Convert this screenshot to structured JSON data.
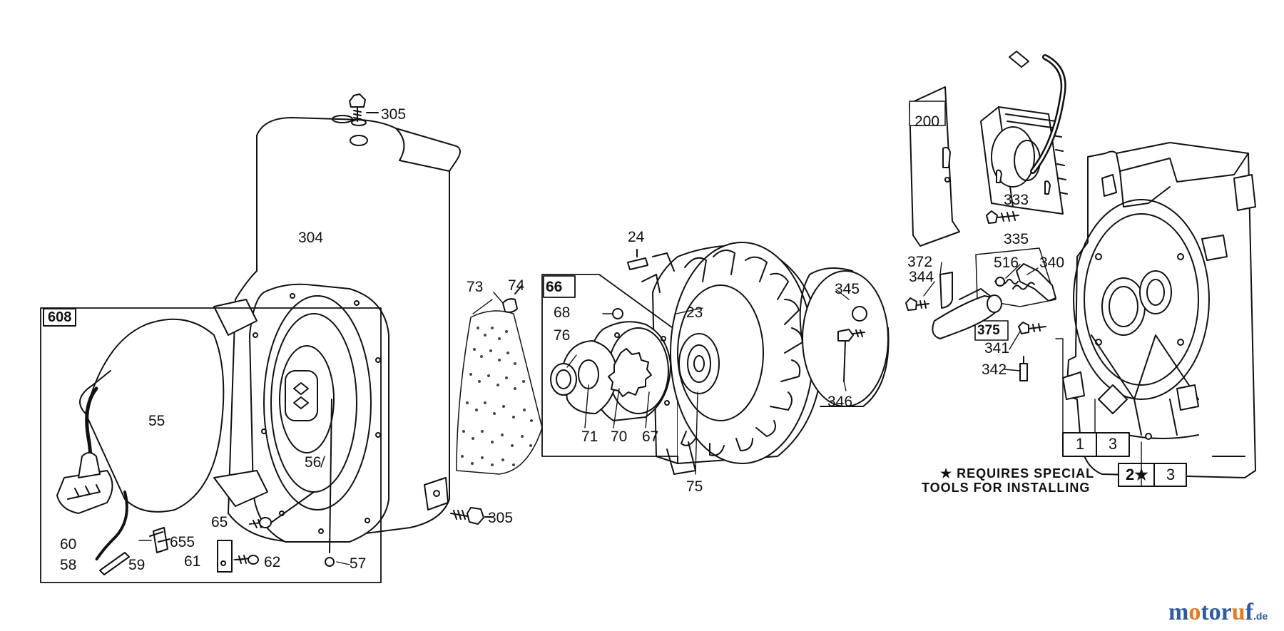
{
  "labels": {
    "p305a": "305",
    "p304": "304",
    "p608": "608",
    "p55": "55",
    "p56": "56",
    "p73": "73",
    "p74": "74",
    "p65": "65",
    "p305b": "305",
    "p60": "60",
    "p58": "58",
    "p59": "59",
    "p655": "655",
    "p61": "61",
    "p62": "62",
    "p57": "57",
    "p24": "24",
    "p66": "66",
    "p68": "68",
    "p23": "23",
    "p76": "76",
    "p71": "71",
    "p70": "70",
    "p67": "67",
    "p75": "75",
    "p345": "345",
    "p346": "346",
    "p200": "200",
    "p333": "333",
    "p335": "335",
    "p372": "372",
    "p344": "344",
    "p516": "516",
    "p340": "340",
    "p375": "375",
    "p341": "341",
    "p342": "342"
  },
  "note": {
    "line1": "★ REQUIRES SPECIAL",
    "line2": "TOOLS FOR INSTALLING"
  },
  "table_top": {
    "left": "1",
    "right": "3"
  },
  "table_bottom": {
    "left": "2★",
    "right": "3"
  },
  "watermark": {
    "m1": "m",
    "o1": "o",
    "t": "t",
    "o2": "o",
    "r": "r",
    "u": "u",
    "f": "f",
    "suffix": ".de",
    "colors": {
      "blue": "#2a5aa8",
      "orange": "#e87a1c"
    }
  }
}
